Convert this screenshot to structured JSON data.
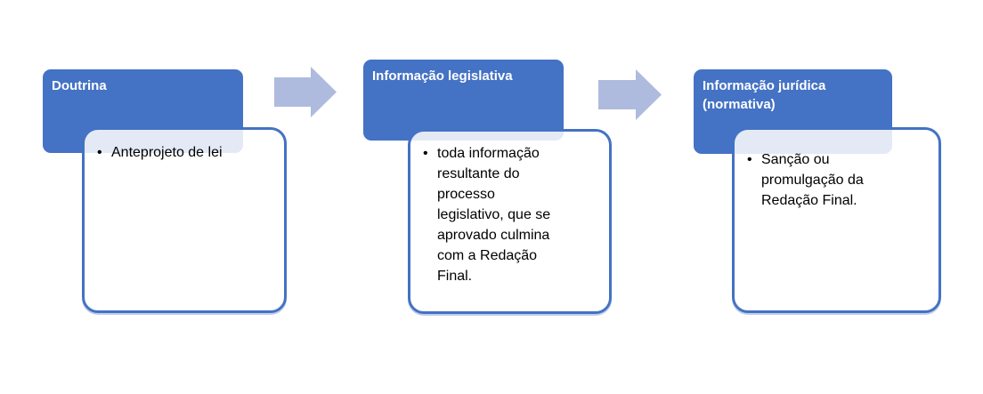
{
  "diagram": {
    "bullet_glyph": "•",
    "steps": [
      {
        "header": "Doutrina",
        "bullet": "Anteprojeto de lei"
      },
      {
        "header": "Informação legislativa",
        "bullet": "toda informação\nresultante do\nprocesso\nlegislativo, que se\naprovado culmina\ncom a Redação\nFinal."
      },
      {
        "header": "Informação jurídica (normativa)",
        "bullet": "Sanção ou\npromulgação da\nRedação Final."
      }
    ],
    "colors": {
      "header_bg": "#4472C4",
      "header_text": "#FFFFFF",
      "box_border": "#4472C4",
      "box_overlap_tint": "#E2E8F5",
      "arrow_fill": "#AEBBDF",
      "bullet_text": "#000000"
    }
  }
}
